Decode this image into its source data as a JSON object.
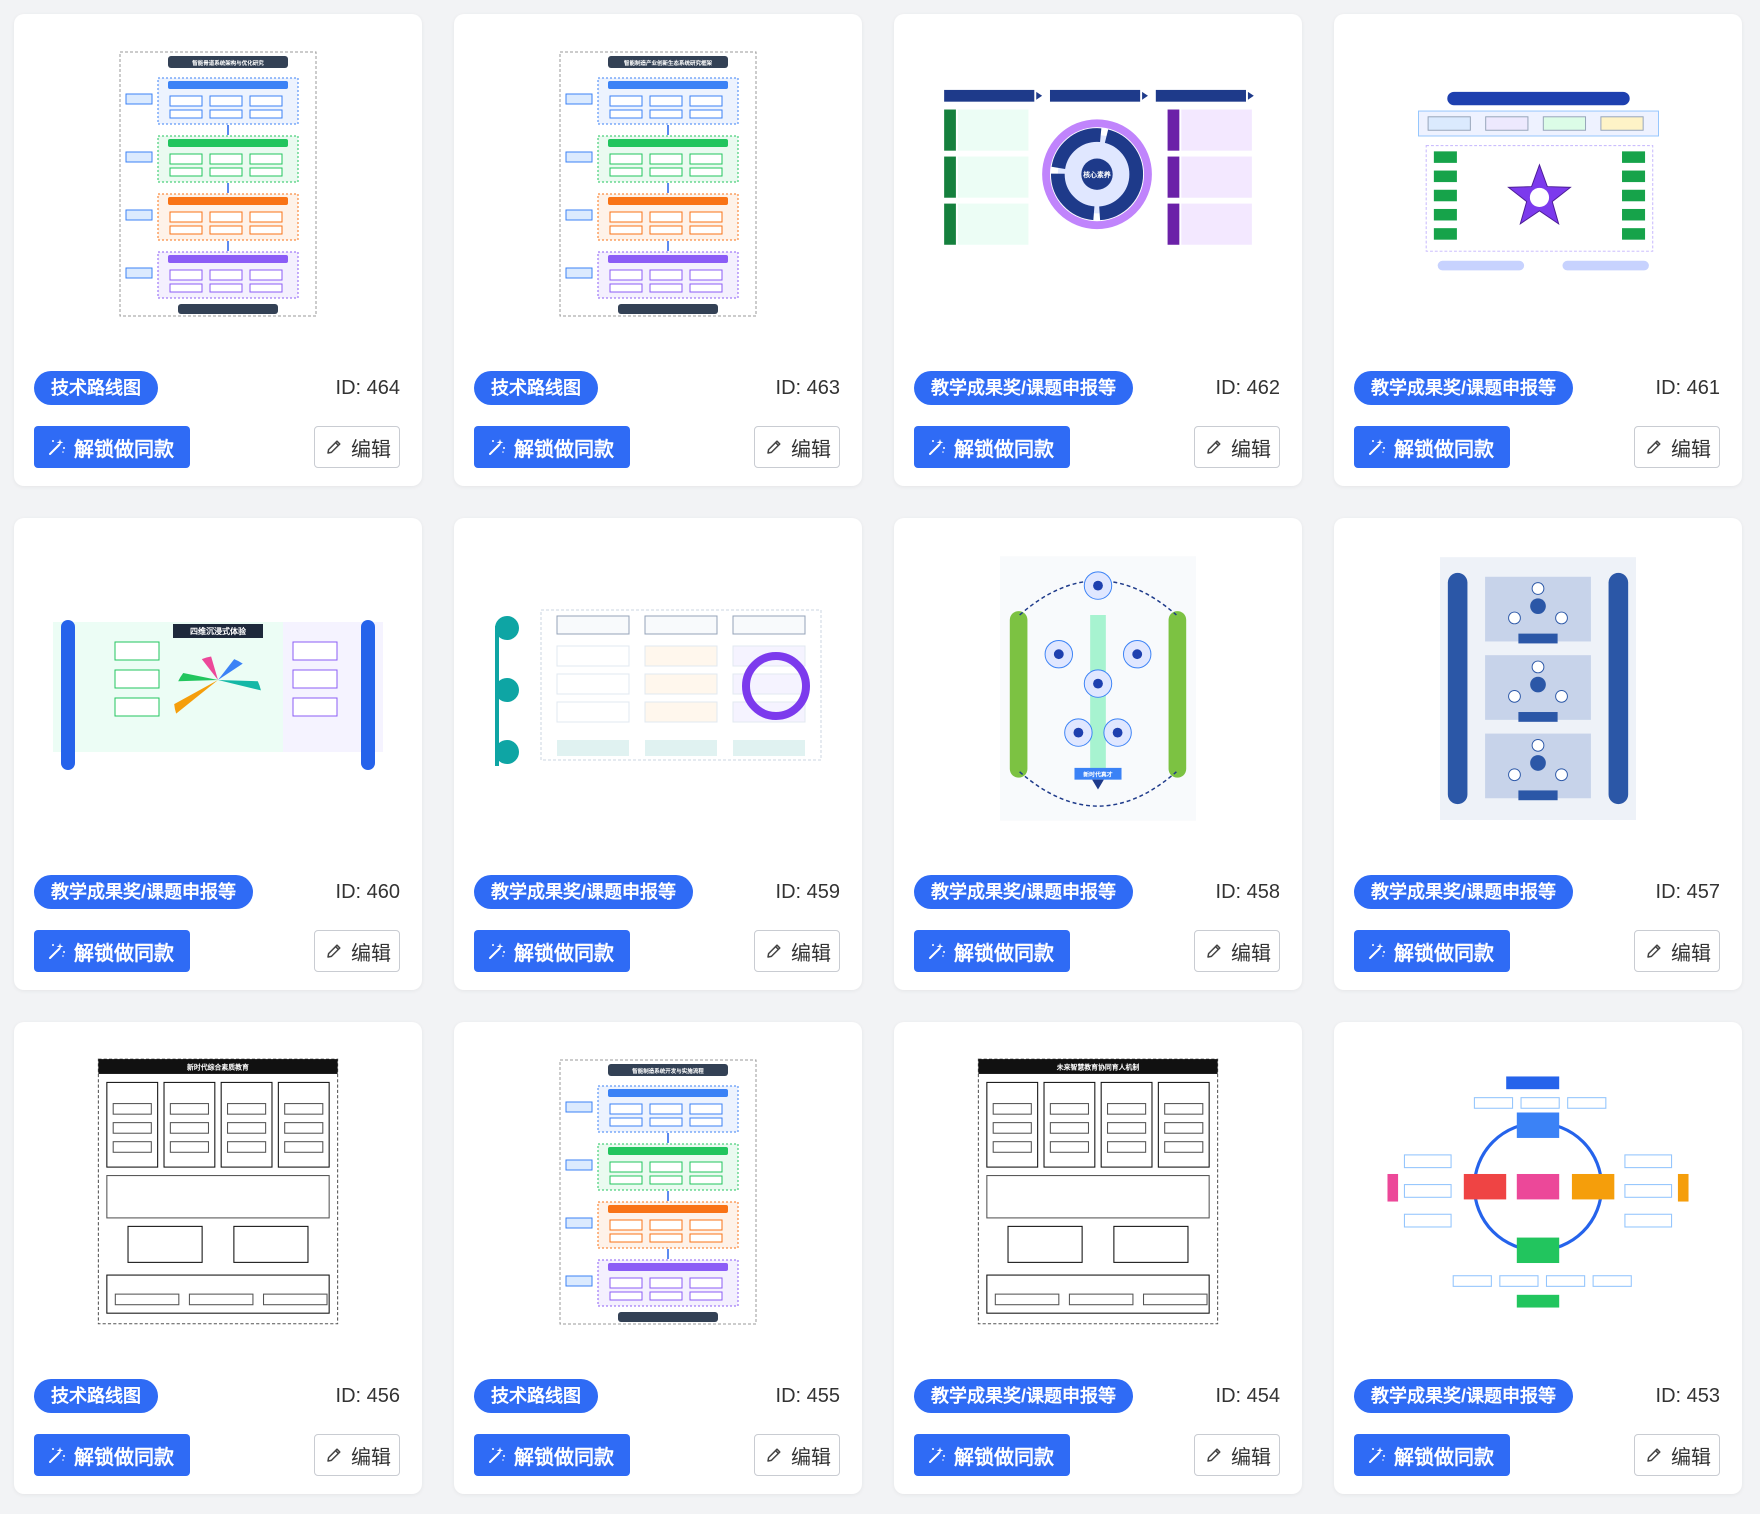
{
  "cards": [
    {
      "tag": "技术路线图",
      "id_text": "ID: 464",
      "unlock_label": "解锁做同款",
      "edit_label": "编辑",
      "thumb_title": "智能骨道系统架构与优化研究",
      "thumb_style": "dashed-vertical",
      "thumb_accent": "#3b82f6"
    },
    {
      "tag": "技术路线图",
      "id_text": "ID: 463",
      "unlock_label": "解锁做同款",
      "edit_label": "编辑",
      "thumb_title": "智能制造产业创新生态系统研究框架",
      "thumb_style": "dashed-vertical",
      "thumb_accent": "#22c55e"
    },
    {
      "tag": "教学成果奖/课题申报等",
      "id_text": "ID: 462",
      "unlock_label": "解锁做同款",
      "edit_label": "编辑",
      "thumb_title": "核心素养",
      "thumb_style": "circle-wide",
      "thumb_accent": "#1e3a8a"
    },
    {
      "tag": "教学成果奖/课题申报等",
      "id_text": "ID: 461",
      "unlock_label": "解锁做同款",
      "edit_label": "编辑",
      "thumb_title": "打造“知行合一”探究模式，促进从理论知识到创新成果的素养跃迁",
      "thumb_style": "star-wide",
      "thumb_accent": "#7c3aed"
    },
    {
      "tag": "教学成果奖/课题申报等",
      "id_text": "ID: 460",
      "unlock_label": "解锁做同款",
      "edit_label": "编辑",
      "thumb_title": "四维沉浸式体验",
      "thumb_style": "pillars-wide",
      "thumb_accent": "#2563eb"
    },
    {
      "tag": "教学成果奖/课题申报等",
      "id_text": "ID: 459",
      "unlock_label": "解锁做同款",
      "edit_label": "编辑",
      "thumb_title": "基于感官体验",
      "thumb_style": "flow-wide",
      "thumb_accent": "#0ea5a4"
    },
    {
      "tag": "教学成果奖/课题申报等",
      "id_text": "ID: 458",
      "unlock_label": "解锁做同款",
      "edit_label": "编辑",
      "thumb_title": "新时代真才",
      "thumb_style": "green-square",
      "thumb_accent": "#7cc242"
    },
    {
      "tag": "教学成果奖/课题申报等",
      "id_text": "ID: 457",
      "unlock_label": "解锁做同款",
      "edit_label": "编辑",
      "thumb_title": "课前导学",
      "thumb_style": "blue-square",
      "thumb_accent": "#2b57a7"
    },
    {
      "tag": "技术路线图",
      "id_text": "ID: 456",
      "unlock_label": "解锁做同款",
      "edit_label": "编辑",
      "thumb_title": "新时代综合素质教育",
      "thumb_style": "bw-square",
      "thumb_accent": "#111111"
    },
    {
      "tag": "技术路线图",
      "id_text": "ID: 455",
      "unlock_label": "解锁做同款",
      "edit_label": "编辑",
      "thumb_title": "智能制造系统开发与实施流程",
      "thumb_style": "dashed-vertical",
      "thumb_accent": "#8b5cf6"
    },
    {
      "tag": "教学成果奖/课题申报等",
      "id_text": "ID: 454",
      "unlock_label": "解锁做同款",
      "edit_label": "编辑",
      "thumb_title": "未来智慧教育协同育人机制",
      "thumb_style": "bw-square",
      "thumb_accent": "#111111"
    },
    {
      "tag": "教学成果奖/课题申报等",
      "id_text": "ID: 453",
      "unlock_label": "解锁做同款",
      "edit_label": "编辑",
      "thumb_title": "深度学习闭环模型",
      "thumb_style": "cycle-square",
      "thumb_accent": "#2563eb"
    }
  ],
  "icons": {
    "unlock": "sparkle-wand-icon",
    "edit": "pencil-icon"
  },
  "colors": {
    "primary": "#2f6bf5",
    "background": "#f2f3f5",
    "card": "#ffffff"
  }
}
